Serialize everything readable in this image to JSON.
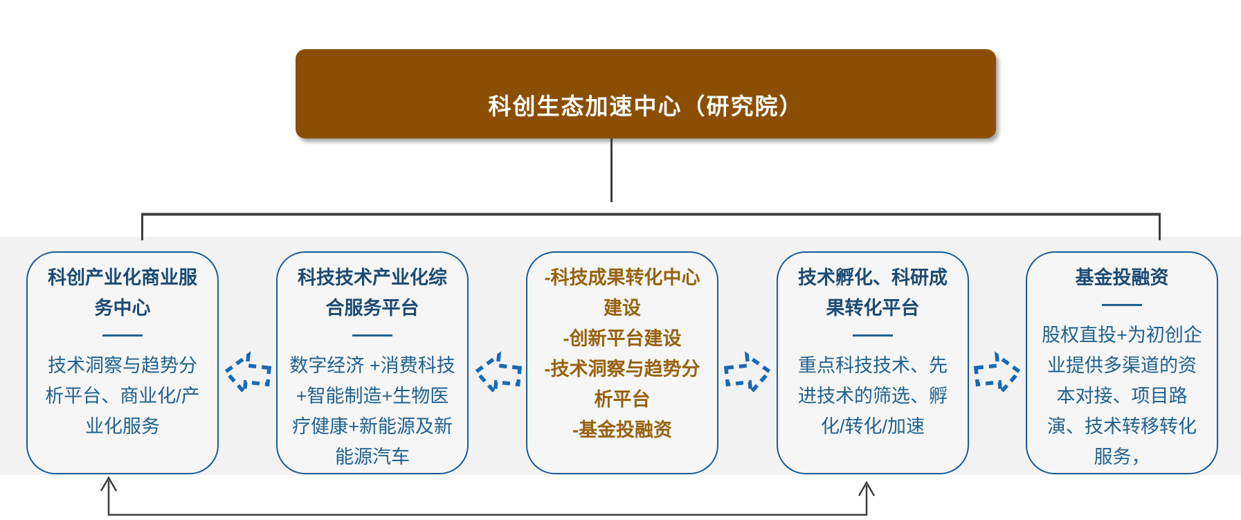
{
  "diagram_title": "科创生态加速中心（研究院）",
  "colors": {
    "title_bg": "#8B4E02",
    "box_border": "#1A5A96",
    "box_title_text": "#1B4A73",
    "box_body_text": "#20618F",
    "brown_text": "#96620E",
    "chevron_blue": "#1769B5",
    "connector": "#3D3D3D",
    "band_bg": "#F2F2F2"
  },
  "boxes": [
    {
      "title": "科创产业化商业服务中心",
      "body": "技术洞察与趋势分析平台、商业化/产业化服务"
    },
    {
      "title": "科技技术产业化综合服务平台",
      "body": "数字经济 +消费科技+智能制造+生物医疗健康+新能源及新能源汽车"
    },
    {
      "lines": [
        "-科技成果转化中心建设",
        "-创新平台建设",
        "-技术洞察与趋势分析平台",
        "-基金投融资"
      ]
    },
    {
      "title": "技术孵化、科研成果转化平台",
      "body": "重点科技技术、先进技术的筛选、孵化/转化/加速"
    },
    {
      "title": "基金投融资",
      "body": "股权直投+为初创企业提供多渠道的资本对接、项目路演、技术转移转化服务，"
    }
  ],
  "arrows": [
    {
      "direction": "left"
    },
    {
      "direction": "left"
    },
    {
      "direction": "right"
    },
    {
      "direction": "right"
    }
  ]
}
